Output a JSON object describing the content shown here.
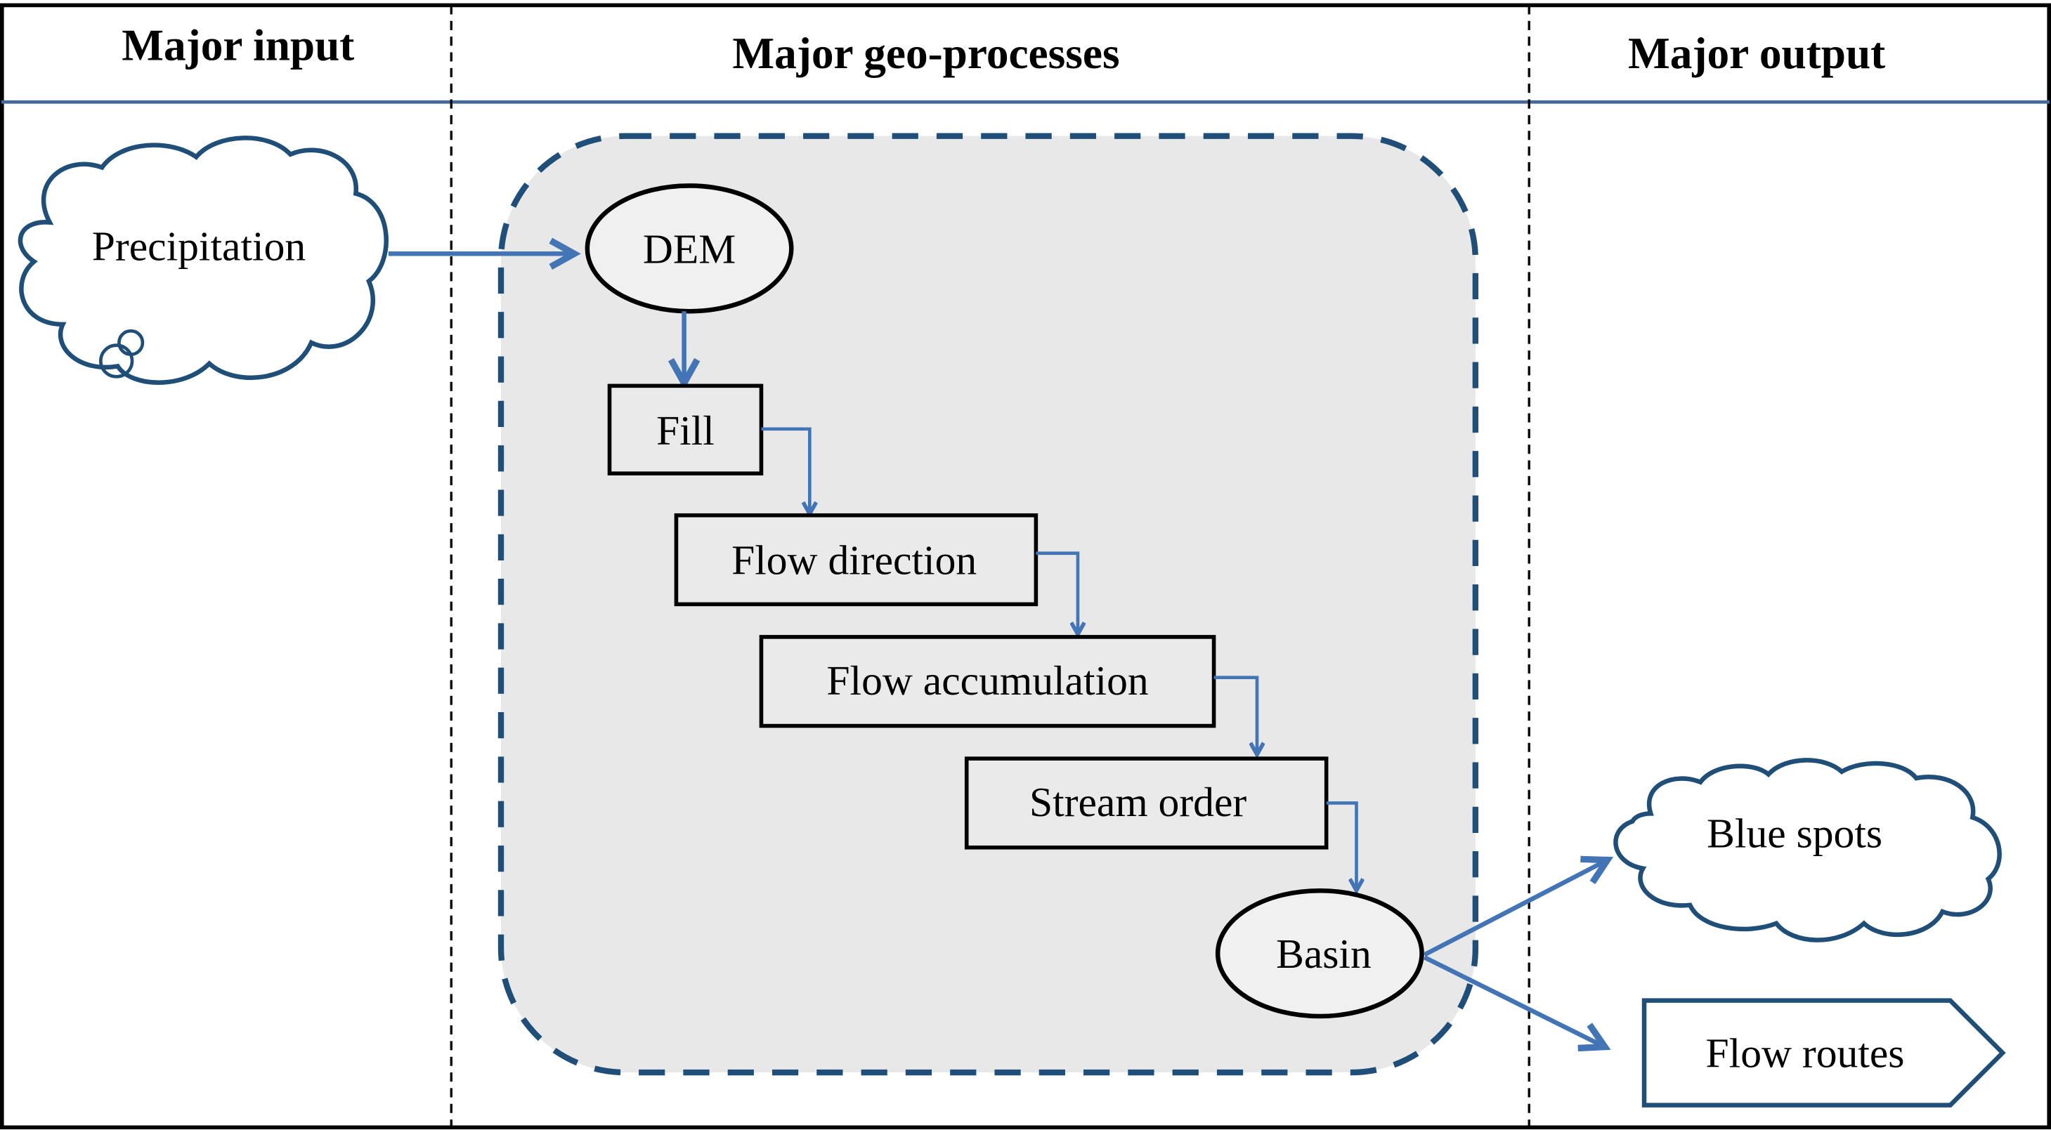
{
  "columns": {
    "input": "Major input",
    "processes": "Major geo-processes",
    "output": "Major output"
  },
  "input": {
    "precipitation": "Precipitation"
  },
  "processes": {
    "dem": "DEM",
    "fill": "Fill",
    "flow_direction": "Flow direction",
    "flow_accumulation": "Flow accumulation",
    "stream_order": "Stream order",
    "basin": "Basin"
  },
  "output": {
    "blue_spots": "Blue spots",
    "flow_routes": "Flow routes"
  },
  "colors": {
    "arrow": "#4375b6",
    "dashed_border": "#1f4e79",
    "process_fill": "#eaeaea",
    "header_rule": "#44699a"
  }
}
